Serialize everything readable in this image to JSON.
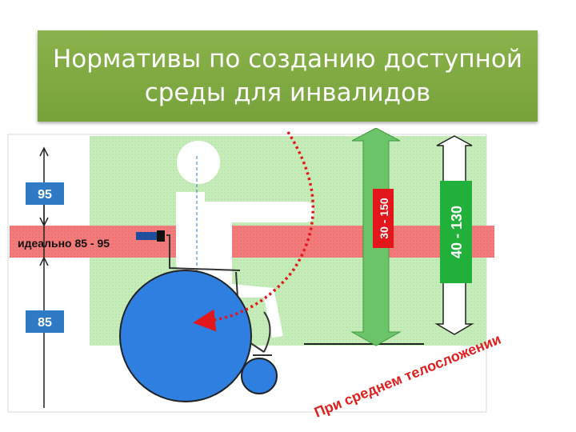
{
  "title": {
    "line1": "Нормативы по созданию доступной",
    "line2": "среды для инвалидов"
  },
  "diagram": {
    "label_top": "95",
    "label_ideal": "идеально 85 - 95",
    "label_bottom": "85",
    "range_red": "30 - 150",
    "range_green": "40 - 130",
    "caption": "При среднем телосложении"
  },
  "colors": {
    "title_bg": "#7aa63f",
    "band_red": "#f07373",
    "zone_green": "#bde8b0",
    "label_blue": "#2e7ac4",
    "wheel_blue": "#2f7fe0",
    "green_box": "#21b03a",
    "red_box": "#e3161b",
    "arrow_green": "#6cc46a",
    "caption_red": "#e02020"
  }
}
